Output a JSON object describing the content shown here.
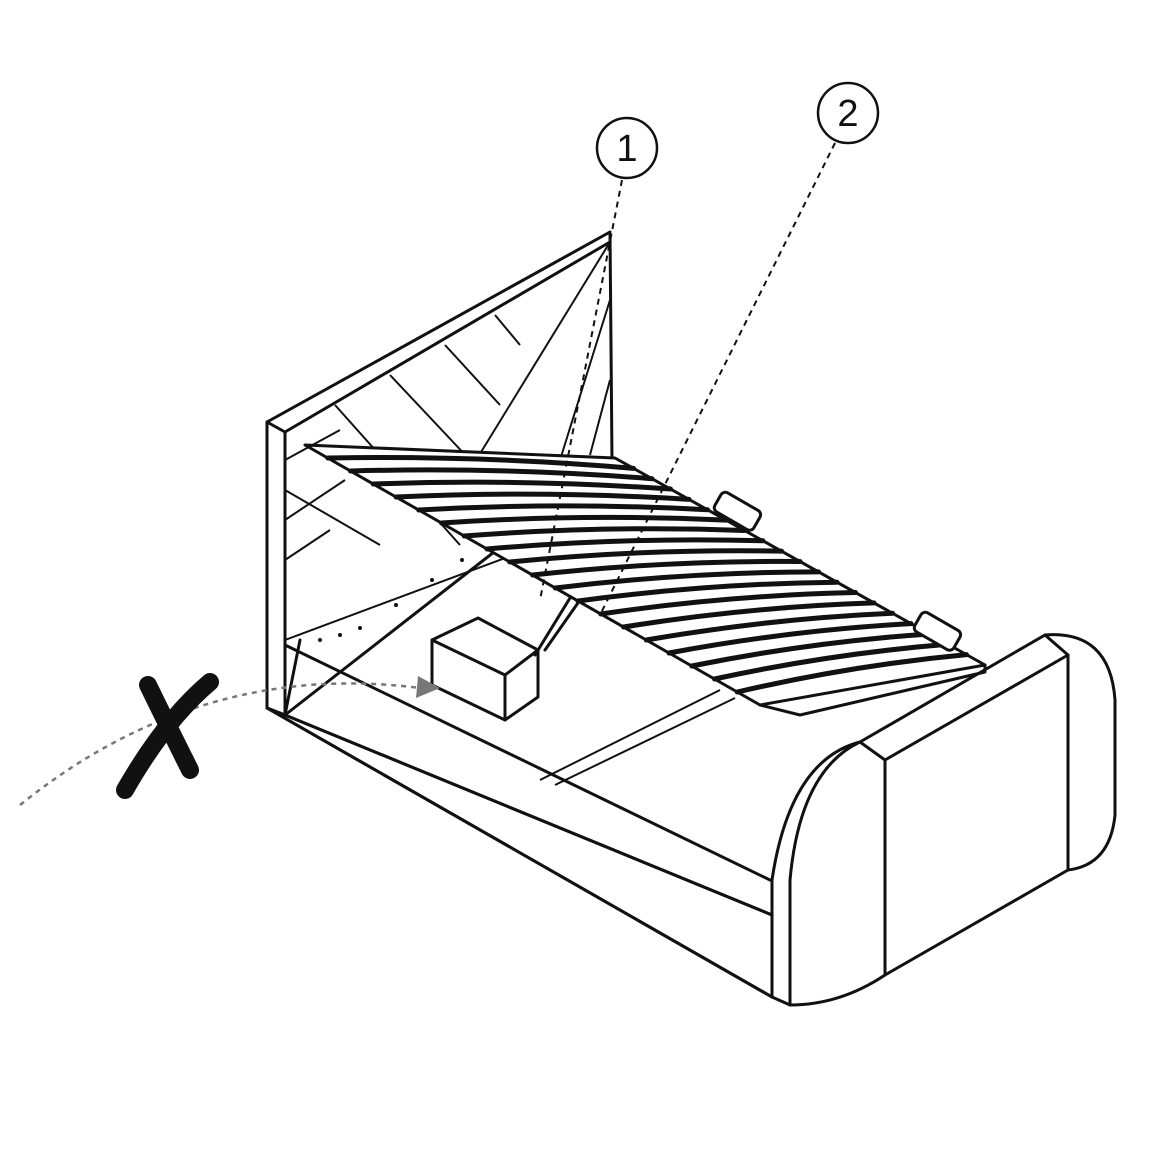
{
  "diagram": {
    "callouts": [
      {
        "number": "1",
        "part": "gas-strut"
      },
      {
        "number": "2",
        "part": "slatted-lid"
      }
    ],
    "prohibited_mark": "X",
    "colors": {
      "line": "#111111",
      "arrow": "#777777",
      "mark": "#111111"
    }
  }
}
